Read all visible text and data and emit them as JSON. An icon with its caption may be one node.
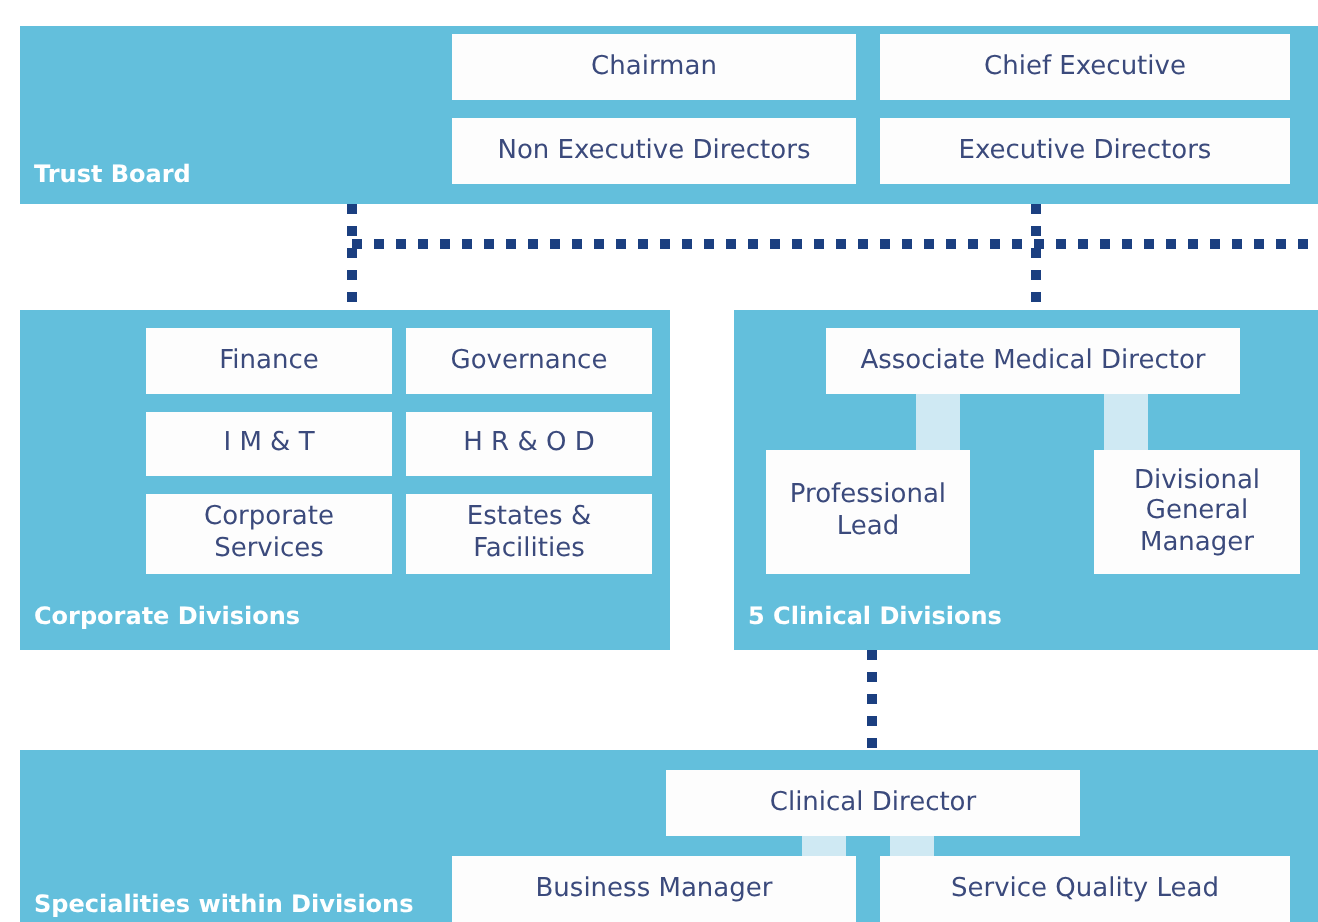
{
  "diagram": {
    "nodes": [
      {
        "text": [
          "Trust Board"
        ]
      },
      {
        "text": [
          "Chairman"
        ],
        "in": 0
      },
      {
        "text": [
          "Chief Executive"
        ],
        "in": 0
      },
      {
        "text": [
          "Non Executive Directors"
        ],
        "in": 0
      },
      {
        "text": [
          "Executive Directors"
        ],
        "in": 0
      },
      {
        "text": [
          "Corporate Divisions"
        ]
      },
      {
        "text": [
          "Finance"
        ],
        "in": 5
      },
      {
        "text": [
          "Governance"
        ],
        "in": 5
      },
      {
        "text": [
          "I M & T"
        ],
        "in": 5
      },
      {
        "text": [
          "H R & O D"
        ],
        "in": 5
      },
      {
        "text": [
          "Corporate Services"
        ],
        "in": 5
      },
      {
        "text": [
          "Estates & Facilities"
        ],
        "in": 5
      },
      {
        "text": [
          "5 Clinical Divisions"
        ]
      },
      {
        "text": [
          "Associate Medical Director"
        ],
        "in": 12
      },
      {
        "text": [
          "Professional Lead"
        ],
        "in": 12
      },
      {
        "text": [
          "Divisional General Manager"
        ],
        "in": 12
      },
      {
        "text": [
          "Specialities within Divisions"
        ]
      },
      {
        "text": [
          "Clinical Director"
        ],
        "in": 16
      },
      {
        "text": [
          "Business Manager"
        ],
        "in": 16
      },
      {
        "text": [
          "Service Quality Lead"
        ],
        "in": 16
      }
    ],
    "edges": [
      {
        "from": 0,
        "to": 5,
        "arrow": "none",
        "style": "dashed",
        "color": "#1b3f80"
      },
      {
        "from": 0,
        "to": 12,
        "arrow": "none",
        "style": "dashed",
        "color": "#1b3f80"
      },
      {
        "from": 0,
        "to": null,
        "arrow": "none",
        "style": "dashed",
        "color": "#1b3f80"
      },
      {
        "from": 12,
        "to": 16,
        "arrow": "none",
        "style": "dashed",
        "color": "#1b3f80"
      },
      {
        "from": 13,
        "to": 14,
        "arrow": "none",
        "style": "thick",
        "color": "#cfe9f3"
      },
      {
        "from": 13,
        "to": 15,
        "arrow": "none",
        "style": "thick",
        "color": "#cfe9f3"
      },
      {
        "from": 17,
        "to": 18,
        "arrow": "none",
        "style": "thick",
        "color": "#cfe9f3"
      },
      {
        "from": 17,
        "to": 19,
        "arrow": "none",
        "style": "thick",
        "color": "#cfe9f3"
      }
    ]
  }
}
